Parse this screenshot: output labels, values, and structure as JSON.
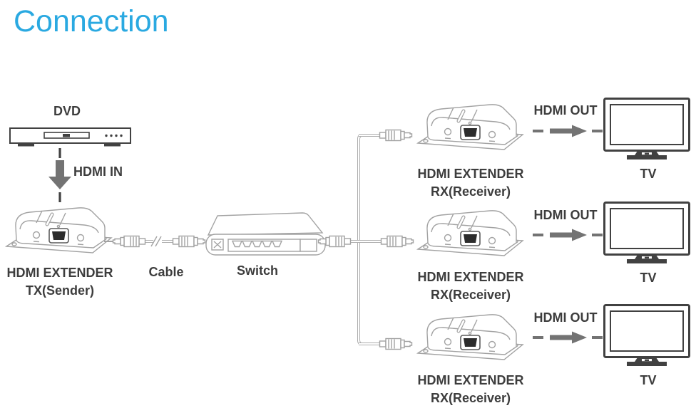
{
  "title": "Connection",
  "colors": {
    "title": "#2aa9e1",
    "line": "#a2a2a2",
    "dark": "#414141",
    "arrow": "#737373",
    "text": "#3d3d3d"
  },
  "source": {
    "label": "DVD",
    "connection_label": "HDMI IN"
  },
  "transmitter": {
    "label_line1": "HDMI EXTENDER",
    "label_line2": "TX(Sender)"
  },
  "cable": {
    "label": "Cable"
  },
  "switch": {
    "label": "Switch"
  },
  "receivers": [
    {
      "label_line1": "HDMI EXTENDER",
      "label_line2": "RX(Receiver)",
      "output_label": "HDMI OUT",
      "tv_label": "TV"
    },
    {
      "label_line1": "HDMI EXTENDER",
      "label_line2": "RX(Receiver)",
      "output_label": "HDMI OUT",
      "tv_label": "TV"
    },
    {
      "label_line1": "HDMI EXTENDER",
      "label_line2": "RX(Receiver)",
      "output_label": "HDMI OUT",
      "tv_label": "TV"
    }
  ]
}
